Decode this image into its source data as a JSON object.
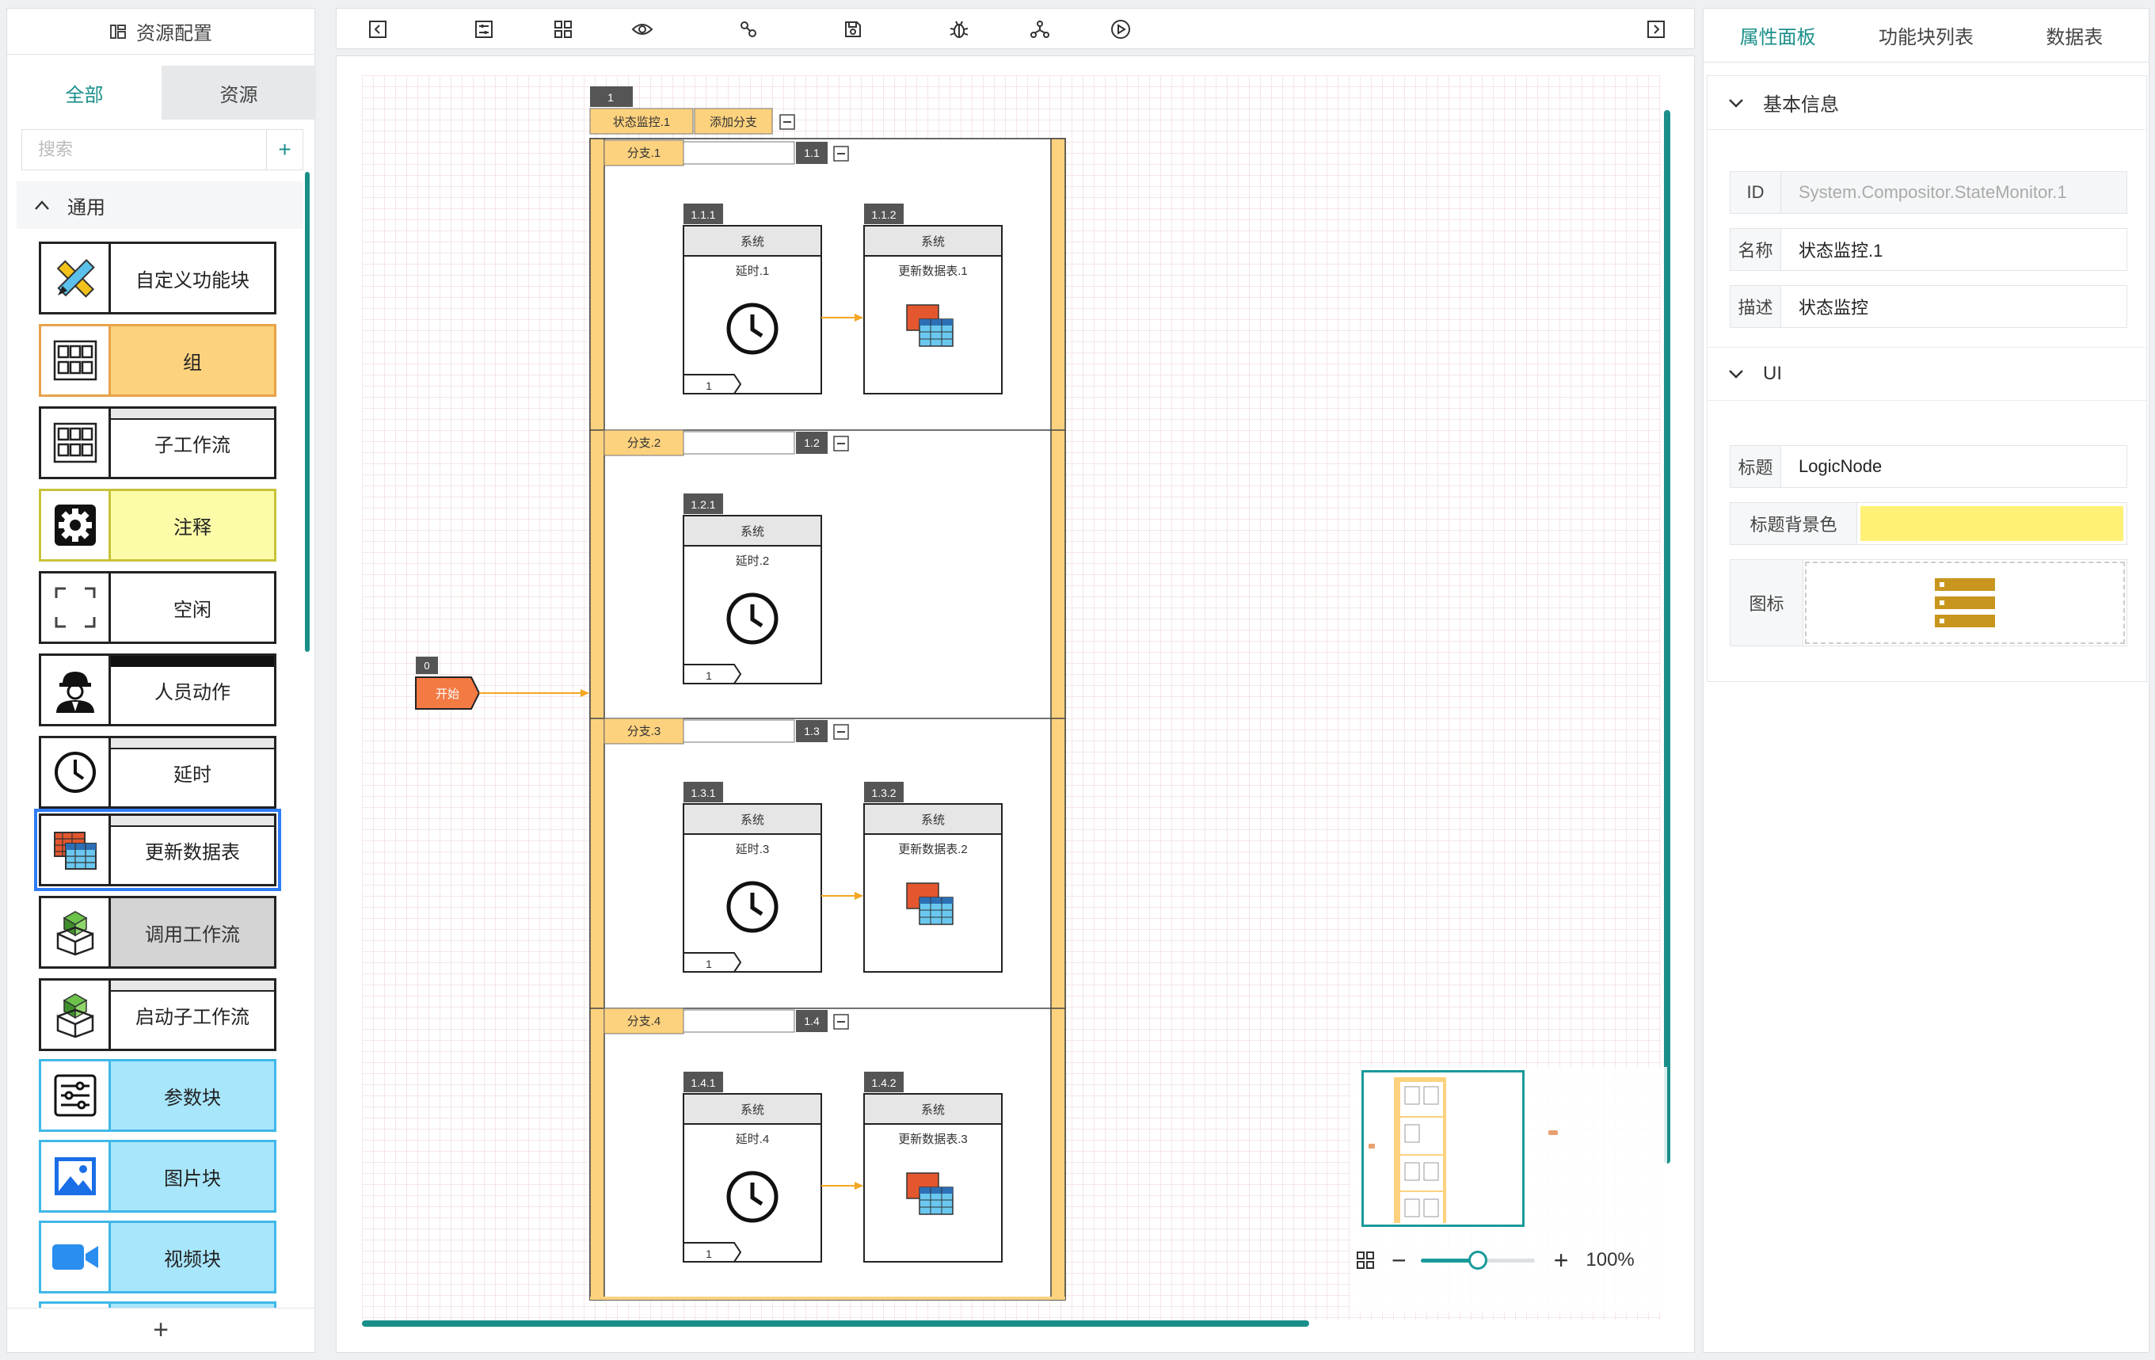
{
  "left_panel": {
    "title": "资源配置",
    "tabs": [
      {
        "label": "全部"
      },
      {
        "label": "资源"
      }
    ],
    "search_placeholder": "搜索",
    "group_label": "通用",
    "blocks": [
      {
        "label": "自定义功能块",
        "icon": "pencil-ruler-icon"
      },
      {
        "label": "组",
        "icon": "group-icon"
      },
      {
        "label": "子工作流",
        "icon": "subflow-icon"
      },
      {
        "label": "注释",
        "icon": "gear-icon"
      },
      {
        "label": "空闲",
        "icon": "frame-icon"
      },
      {
        "label": "人员动作",
        "icon": "worker-icon"
      },
      {
        "label": "延时",
        "icon": "clock-icon"
      },
      {
        "label": "更新数据表",
        "icon": "datatable-icon"
      },
      {
        "label": "调用工作流",
        "icon": "box-icon"
      },
      {
        "label": "启动子工作流",
        "icon": "box-launch-icon"
      },
      {
        "label": "参数块",
        "icon": "sliders-icon"
      },
      {
        "label": "图片块",
        "icon": "image-icon"
      },
      {
        "label": "视频块",
        "icon": "video-icon"
      }
    ]
  },
  "canvas": {
    "start_node": {
      "id": "0",
      "label": "开始"
    },
    "monitor": {
      "id": "1",
      "title": "状态监控.1",
      "add_branch": "添加分支"
    },
    "branches": [
      {
        "label": "分支.1",
        "id": "1.1",
        "nodes": [
          {
            "id": "1.1.1",
            "category": "系统",
            "name": "延时.1",
            "type": "delay",
            "count": "1"
          },
          {
            "id": "1.1.2",
            "category": "系统",
            "name": "更新数据表.1",
            "type": "table"
          }
        ]
      },
      {
        "label": "分支.2",
        "id": "1.2",
        "nodes": [
          {
            "id": "1.2.1",
            "category": "系统",
            "name": "延时.2",
            "type": "delay",
            "count": "1"
          }
        ]
      },
      {
        "label": "分支.3",
        "id": "1.3",
        "nodes": [
          {
            "id": "1.3.1",
            "category": "系统",
            "name": "延时.3",
            "type": "delay",
            "count": "1"
          },
          {
            "id": "1.3.2",
            "category": "系统",
            "name": "更新数据表.2",
            "type": "table"
          }
        ]
      },
      {
        "label": "分支.4",
        "id": "1.4",
        "nodes": [
          {
            "id": "1.4.1",
            "category": "系统",
            "name": "延时.4",
            "type": "delay",
            "count": "1"
          },
          {
            "id": "1.4.2",
            "category": "系统",
            "name": "更新数据表.3",
            "type": "table"
          }
        ]
      }
    ],
    "zoom": "100%",
    "zoom_level": 0.5
  },
  "right_panel": {
    "tabs": [
      {
        "label": "属性面板"
      },
      {
        "label": "功能块列表"
      },
      {
        "label": "数据表"
      }
    ],
    "basic_section": "基本信息",
    "ui_section": "UI",
    "fields": {
      "id_label": "ID",
      "id_value": "System.Compositor.StateMonitor.1",
      "name_label": "名称",
      "name_value": "状态监控.1",
      "desc_label": "描述",
      "desc_value": "状态监控",
      "title_label": "标题",
      "title_value": "LogicNode",
      "title_bg_label": "标题背景色",
      "title_bg_color": "#fff176",
      "icon_label": "图标"
    }
  },
  "colors": {
    "accent": "#1a8f8a",
    "orange": "#f5a623",
    "branch_fill": "#fdd27e",
    "start_fill": "#f47a44"
  }
}
